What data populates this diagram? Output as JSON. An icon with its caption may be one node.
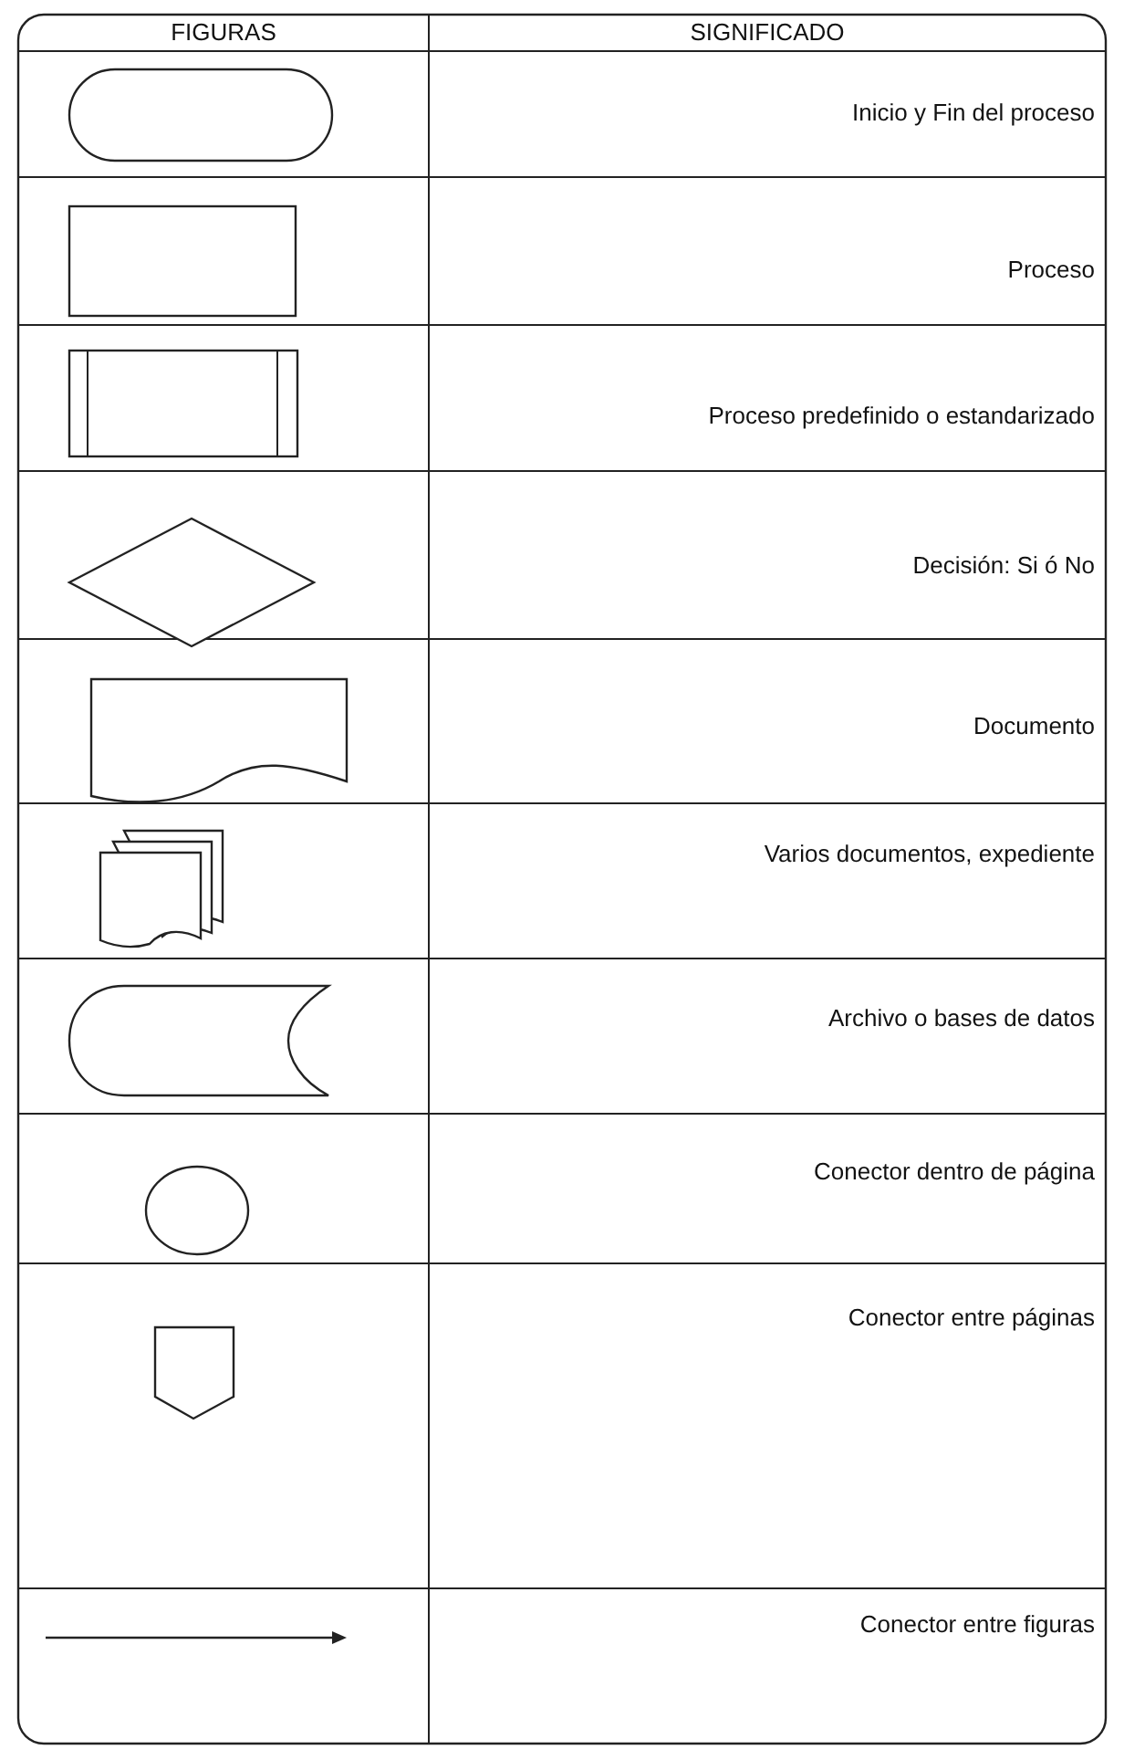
{
  "diagram": {
    "labels": [
      "FIGURAS",
      "SIGNIFICADO",
      "Inicio y Fin del proceso",
      "Proceso",
      "Proceso predefinido o estandarizado",
      "Decisión: Si ó No",
      "Documento",
      "Varios documentos, expediente",
      "Archivo o bases de datos",
      "Conector dentro de página",
      "Conector entre páginas",
      "Conector entre figuras"
    ]
  }
}
